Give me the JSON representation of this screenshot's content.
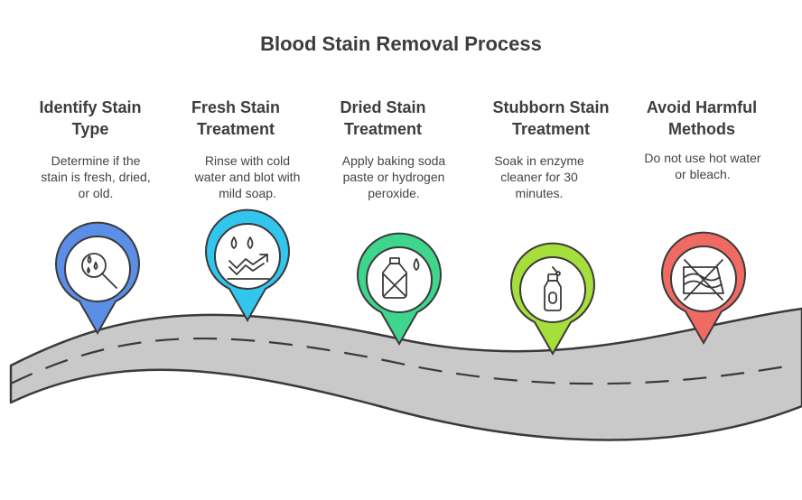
{
  "title": "Blood Stain Removal Process",
  "steps": [
    {
      "heading_line1": "Identify Stain",
      "heading_line2": "Type",
      "desc_lines": [
        "Determine if the",
        "stain is fresh, dried,",
        "or old."
      ],
      "color": "#5b8ee6",
      "icon": "magnifier-droplets-icon"
    },
    {
      "heading_line1": "Fresh Stain",
      "heading_line2": "Treatment",
      "desc_lines": [
        "Rinse with cold",
        "water and blot with",
        "mild soap."
      ],
      "color": "#32c6ee",
      "icon": "water-rinse-icon"
    },
    {
      "heading_line1": "Dried Stain",
      "heading_line2": "Treatment",
      "desc_lines": [
        "Apply baking soda",
        "paste or hydrogen",
        "peroxide."
      ],
      "color": "#3dd68c",
      "icon": "bottle-crossed-icon"
    },
    {
      "heading_line1": "Stubborn Stain",
      "heading_line2": "Treatment",
      "desc_lines": [
        "Soak in enzyme",
        "cleaner for 30",
        "minutes."
      ],
      "color": "#a6de3c",
      "icon": "cleaner-bottle-icon"
    },
    {
      "heading_line1": "Avoid Harmful",
      "heading_line2": "Methods",
      "desc_lines": [
        "Do not use hot water",
        "or bleach."
      ],
      "color": "#f06a64",
      "icon": "no-iron-icon"
    }
  ]
}
